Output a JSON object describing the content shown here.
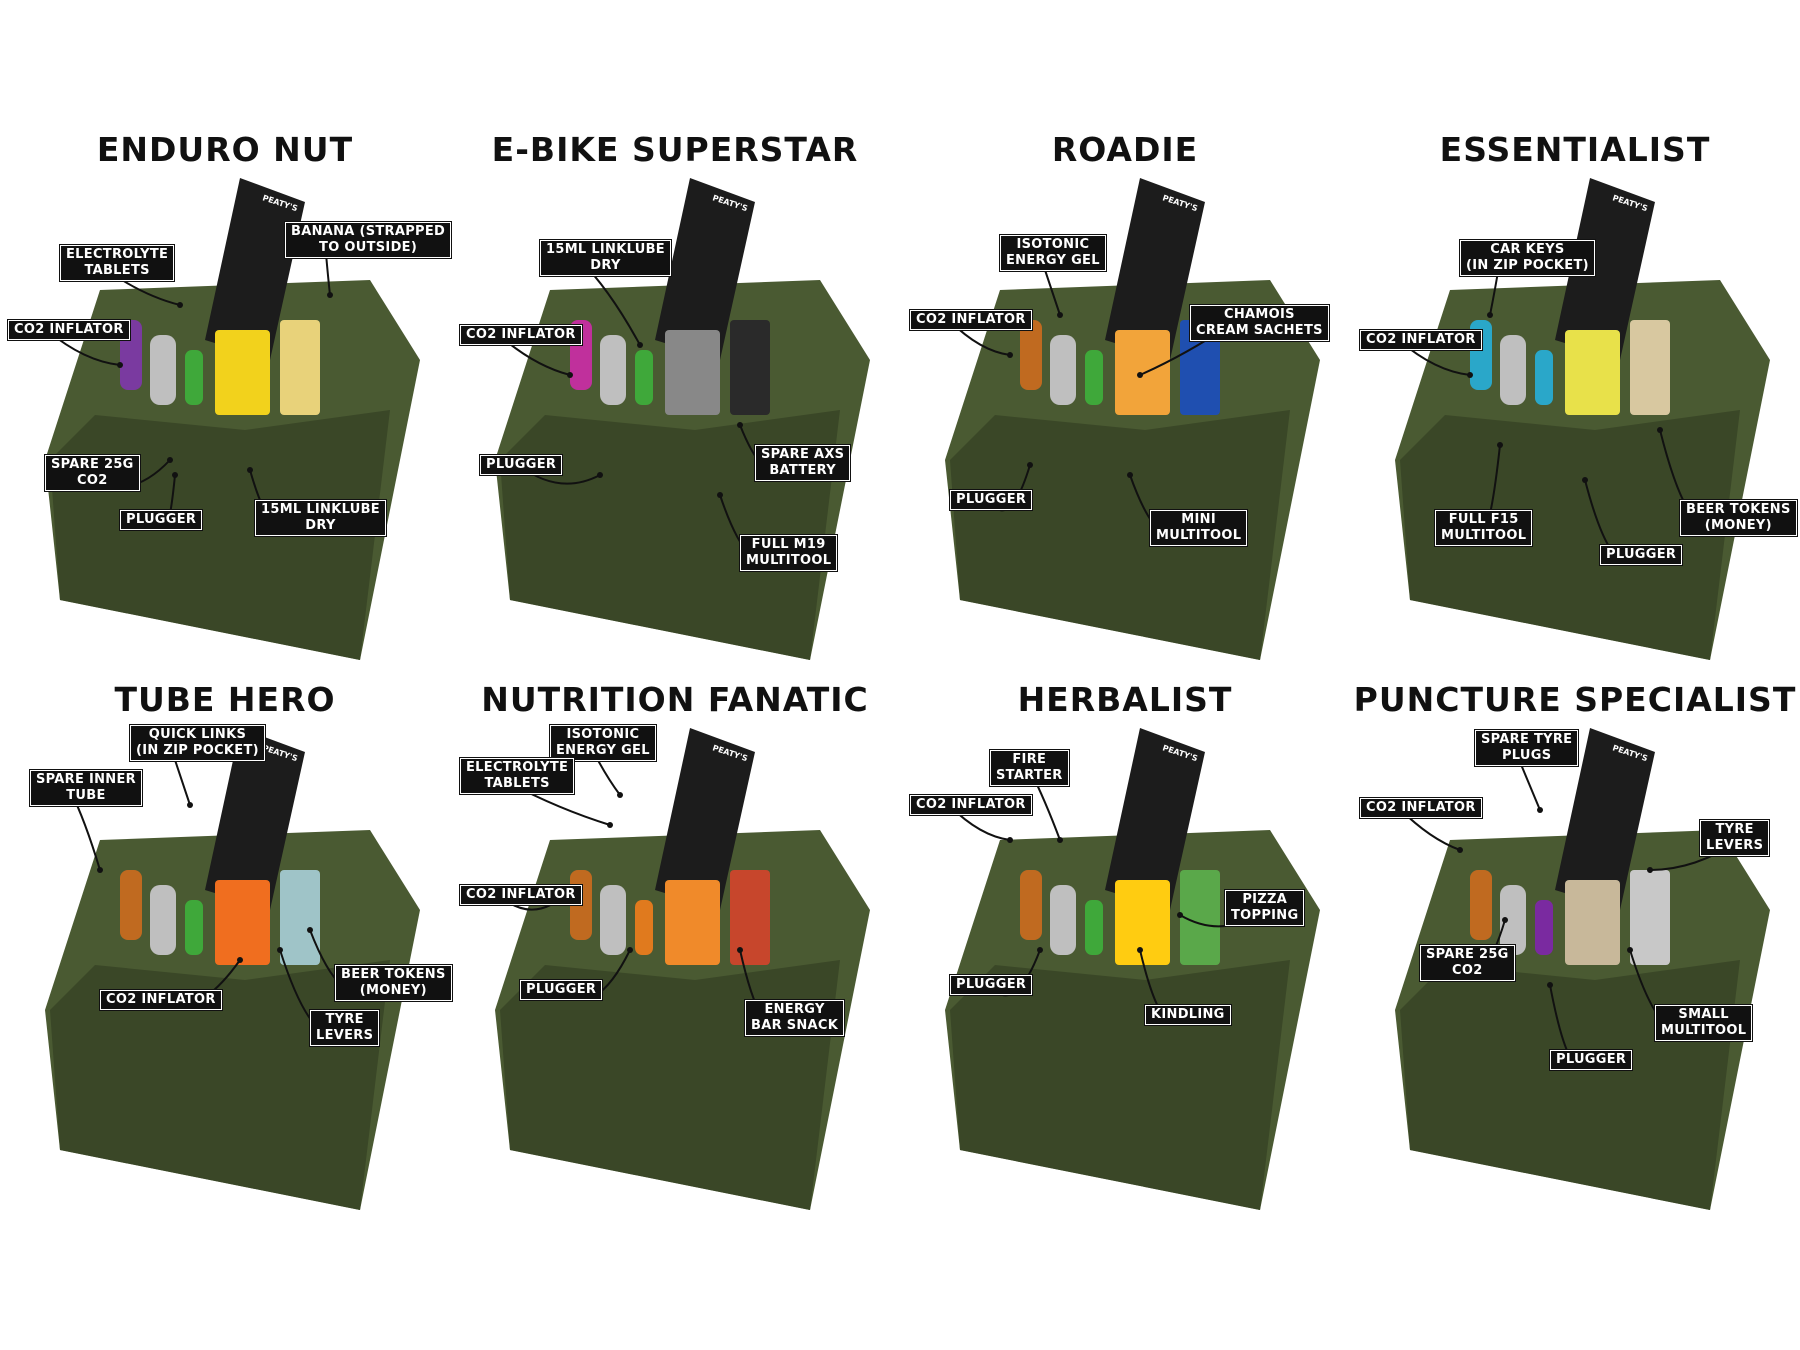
{
  "panels": [
    {
      "title": "ENDURO NUT",
      "labels": [
        [
          "BANANA (STRAPPED",
          "TO OUTSIDE)"
        ],
        [
          "ELECTROLYTE",
          "TABLETS"
        ],
        [
          "CO2 INFLATOR"
        ],
        [
          "SPARE 25G",
          "CO2"
        ],
        [
          "PLUGGER"
        ],
        [
          "15ML LINKLUBE",
          "DRY"
        ]
      ]
    },
    {
      "title": "E-BIKE SUPERSTAR",
      "labels": [
        [
          "15ML LINKLUBE",
          "DRY"
        ],
        [
          "CO2 INFLATOR"
        ],
        [
          "PLUGGER"
        ],
        [
          "SPARE AXS",
          "BATTERY"
        ],
        [
          "FULL M19",
          "MULTITOOL"
        ]
      ]
    },
    {
      "title": "ROADIE",
      "labels": [
        [
          "ISOTONIC",
          "ENERGY GEL"
        ],
        [
          "CO2 INFLATOR"
        ],
        [
          "CHAMOIS",
          "CREAM SACHETS"
        ],
        [
          "PLUGGER"
        ],
        [
          "MINI",
          "MULTITOOL"
        ]
      ]
    },
    {
      "title": "ESSENTIALIST",
      "labels": [
        [
          "CAR KEYS",
          "(IN ZIP POCKET)"
        ],
        [
          "CO2 INFLATOR"
        ],
        [
          "FULL F15",
          "MULTITOOL"
        ],
        [
          "PLUGGER"
        ],
        [
          "BEER TOKENS",
          "(MONEY)"
        ]
      ]
    },
    {
      "title": "TUBE HERO",
      "labels": [
        [
          "QUICK LINKS",
          "(IN ZIP POCKET)"
        ],
        [
          "SPARE INNER",
          "TUBE"
        ],
        [
          "BEER TOKENS",
          "(MONEY)"
        ],
        [
          "CO2 INFLATOR"
        ],
        [
          "TYRE",
          "LEVERS"
        ]
      ]
    },
    {
      "title": "NUTRITION FANATIC",
      "labels": [
        [
          "ISOTONIC",
          "ENERGY GEL"
        ],
        [
          "ELECTROLYTE",
          "TABLETS"
        ],
        [
          "CO2 INFLATOR"
        ],
        [
          "PLUGGER"
        ],
        [
          "ENERGY",
          "BAR SNACK"
        ]
      ]
    },
    {
      "title": "HERBALIST",
      "labels": [
        [
          "FIRE",
          "STARTER"
        ],
        [
          "CO2 INFLATOR"
        ],
        [
          "PIZZA",
          "TOPPING"
        ],
        [
          "PLUGGER"
        ],
        [
          "KINDLING"
        ]
      ]
    },
    {
      "title": "PUNCTURE SPECIALIST",
      "labels": [
        [
          "SPARE TYRE",
          "PLUGS"
        ],
        [
          "CO2 INFLATOR"
        ],
        [
          "TYRE",
          "LEVERS"
        ],
        [
          "SPARE 25G",
          "CO2"
        ],
        [
          "SMALL",
          "MULTITOOL"
        ],
        [
          "PLUGGER"
        ]
      ]
    }
  ],
  "brand": "PEATY'S",
  "colors": {
    "pouch": "#4a5a32",
    "pouch_dark": "#3a4727",
    "strap": "#1c1c1c",
    "label_bg": "#111111",
    "label_text": "#ffffff"
  }
}
